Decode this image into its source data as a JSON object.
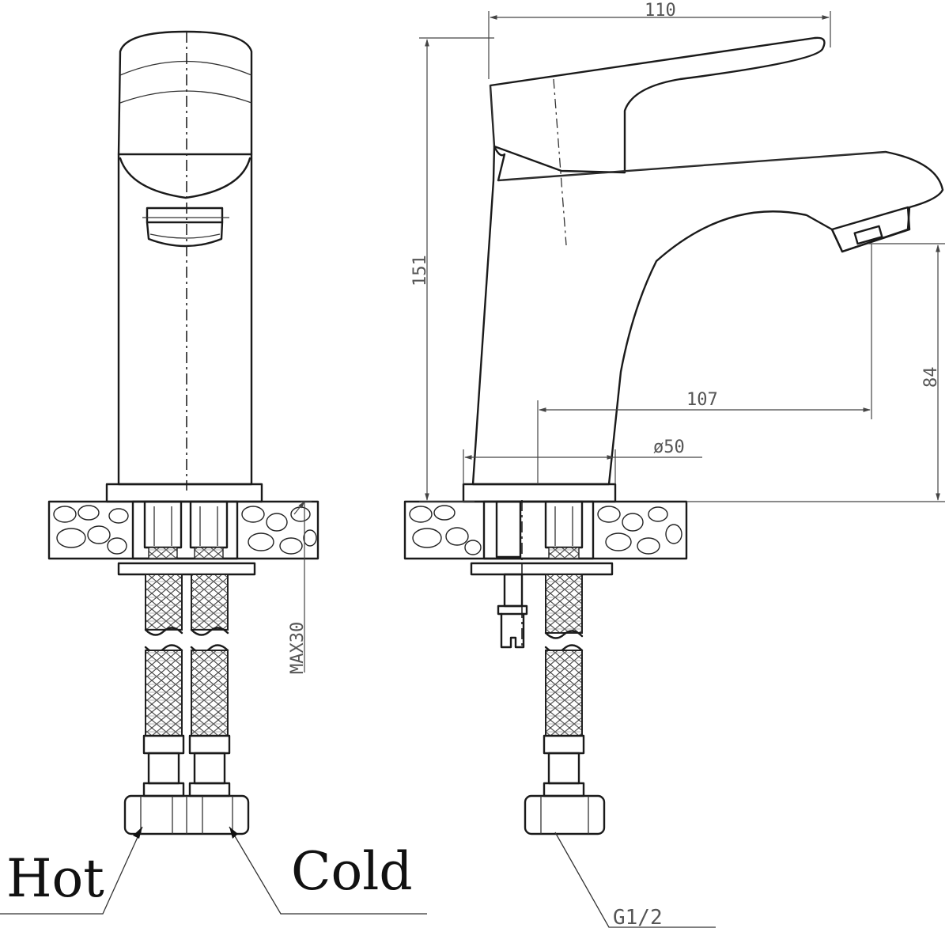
{
  "dimensions": {
    "width_top": "110",
    "height_total": "151",
    "spout_height": "84",
    "spout_reach": "107",
    "base_diameter": "ø50",
    "max_thickness": "MAX30",
    "thread": "G1/2"
  },
  "labels": {
    "hot": "Hot",
    "cold": "Cold"
  }
}
